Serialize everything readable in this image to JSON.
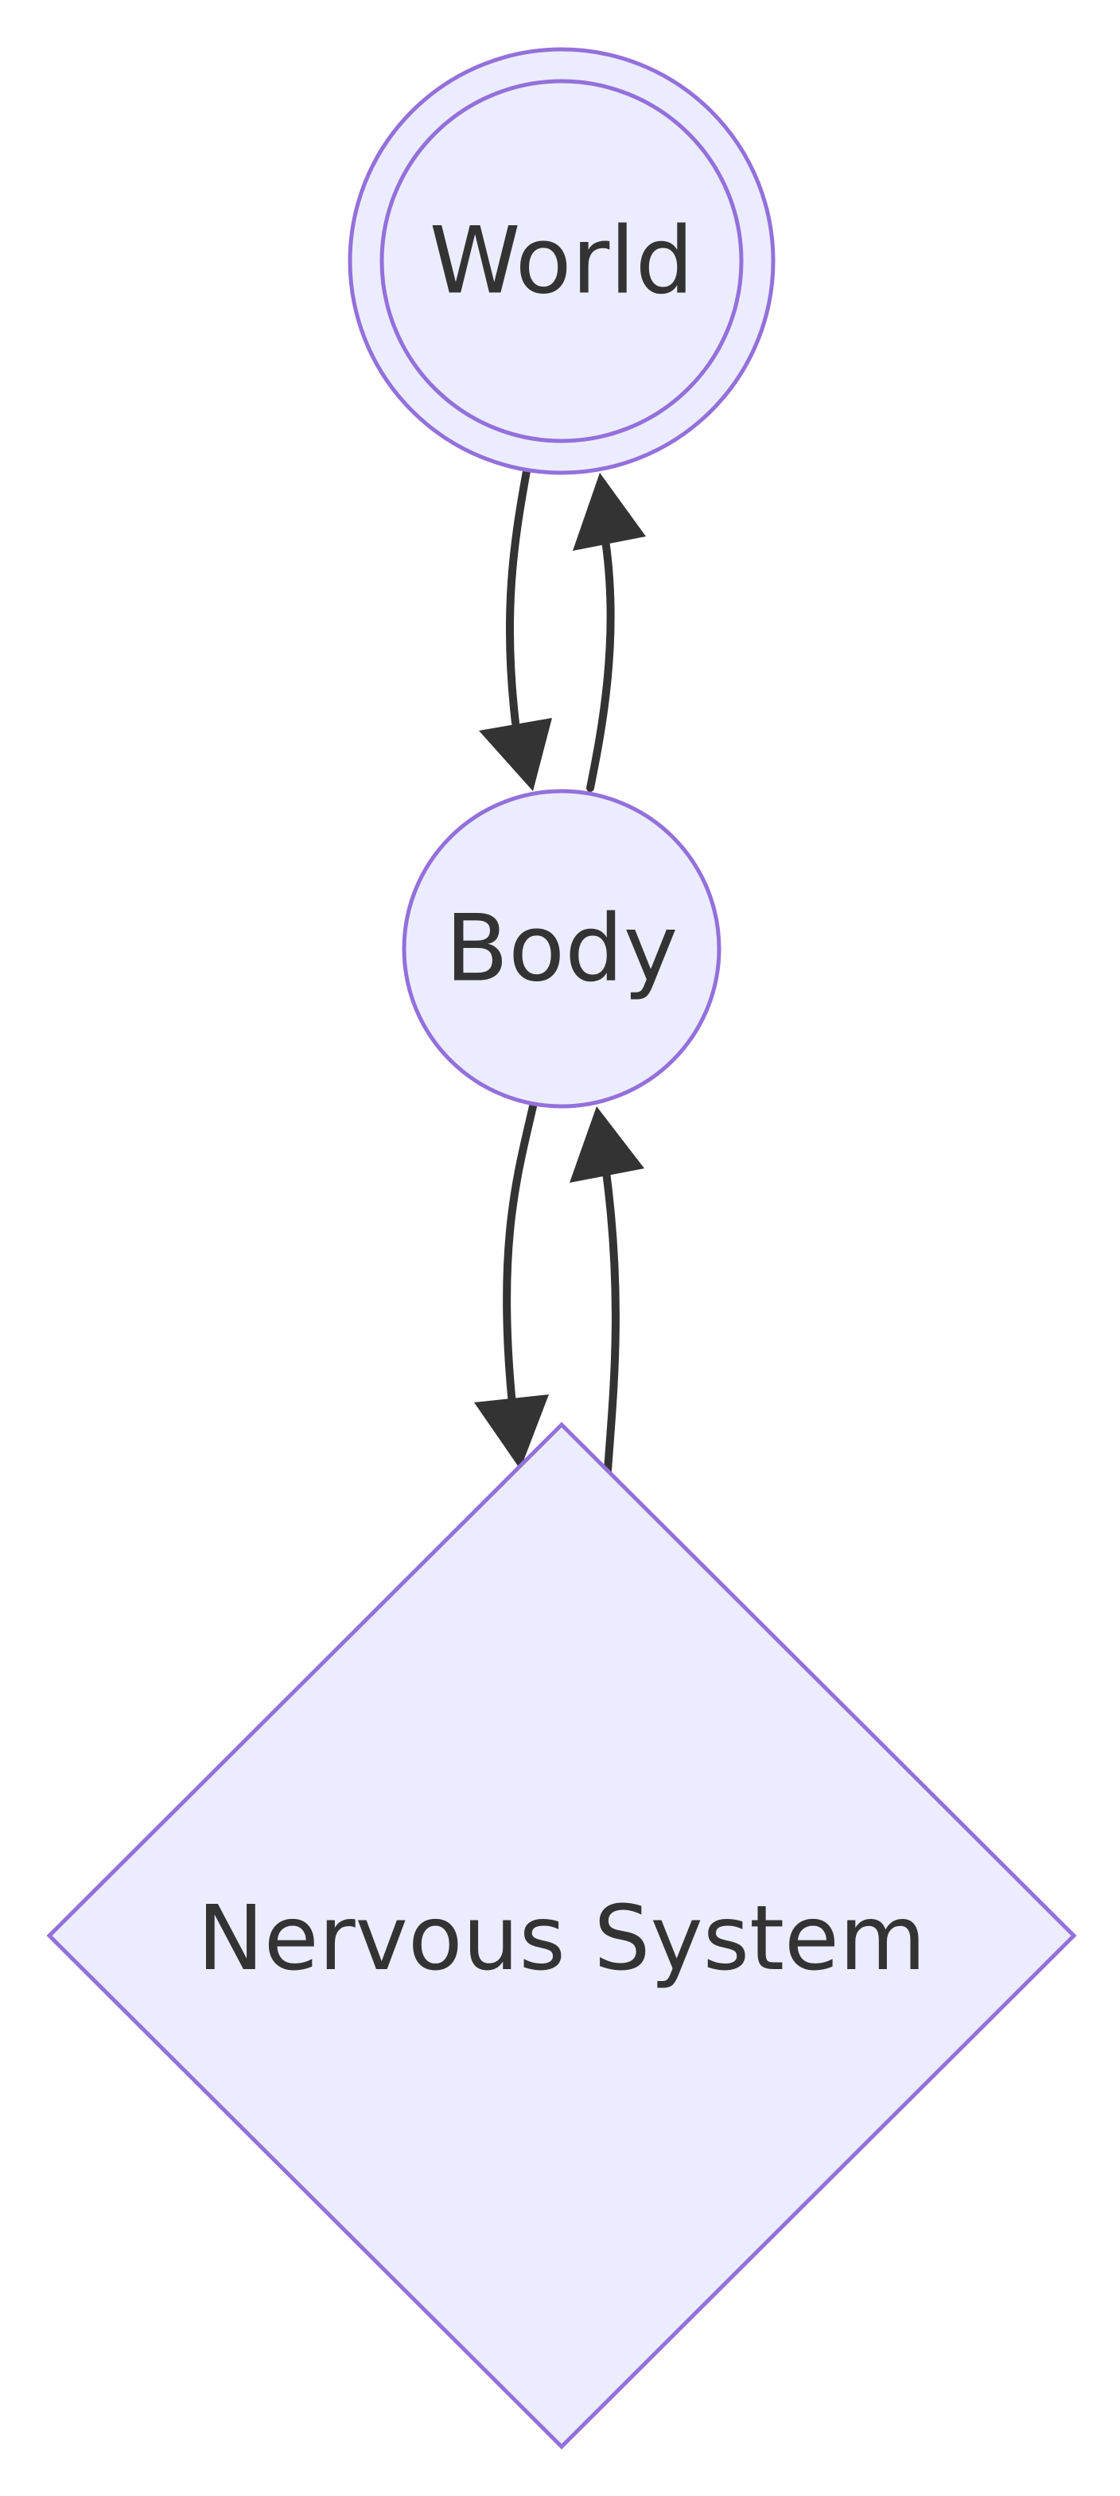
{
  "diagram": {
    "nodes": [
      {
        "id": "world",
        "label": "World",
        "shape": "double-circle"
      },
      {
        "id": "body",
        "label": "Body",
        "shape": "circle"
      },
      {
        "id": "nervous",
        "label": "Nervous System",
        "shape": "diamond"
      }
    ],
    "edges": [
      {
        "from": "world",
        "to": "body"
      },
      {
        "from": "body",
        "to": "world"
      },
      {
        "from": "body",
        "to": "nervous"
      },
      {
        "from": "nervous",
        "to": "body"
      }
    ]
  },
  "colors": {
    "node_fill": "#ececff",
    "node_stroke": "#9370db",
    "edge": "#333333",
    "text": "#333333",
    "background": "#ffffff"
  }
}
